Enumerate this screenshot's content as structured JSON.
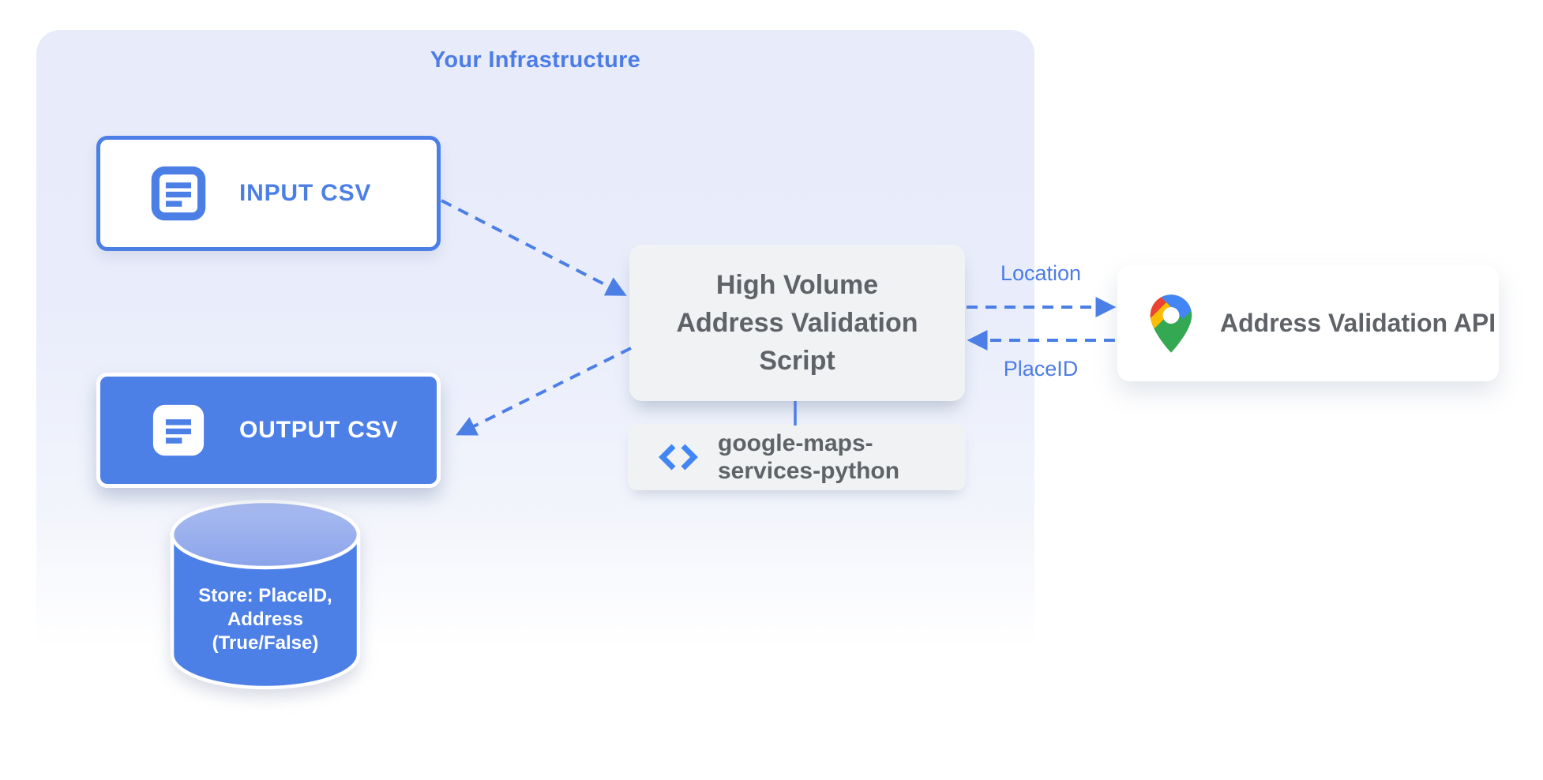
{
  "infrastructure": {
    "title": "Your Infrastructure"
  },
  "nodes": {
    "input_csv": {
      "label": "INPUT CSV",
      "icon": "document-icon"
    },
    "output_csv": {
      "label": "OUTPUT CSV",
      "icon": "document-icon"
    },
    "datastore": {
      "lines": [
        "Store: PlaceID,",
        "Address",
        "(True/False)"
      ]
    },
    "script": {
      "lines": [
        "High Volume",
        "Address Validation",
        "Script"
      ]
    },
    "library": {
      "icon": "code-icon",
      "lines": [
        "google-maps-",
        "services-python"
      ]
    },
    "api": {
      "label": "Address Validation API",
      "icon": "google-maps-pin-icon"
    }
  },
  "edges": {
    "input_to_script": {
      "label": ""
    },
    "script_to_output": {
      "label": ""
    },
    "script_to_api": {
      "label": "Location"
    },
    "api_to_script": {
      "label": "PlaceID"
    }
  },
  "colors": {
    "accent_blue": "#4c7fe6",
    "container_bg": "#e8ecfa",
    "cylinder_top": "#93a9ec",
    "box_gray_bg": "#f0f2f4",
    "text_gray": "#5f6368",
    "pin_red": "#ea4335",
    "pin_blue": "#4285f4",
    "pin_yellow": "#fbbc04",
    "pin_green": "#34a853"
  }
}
